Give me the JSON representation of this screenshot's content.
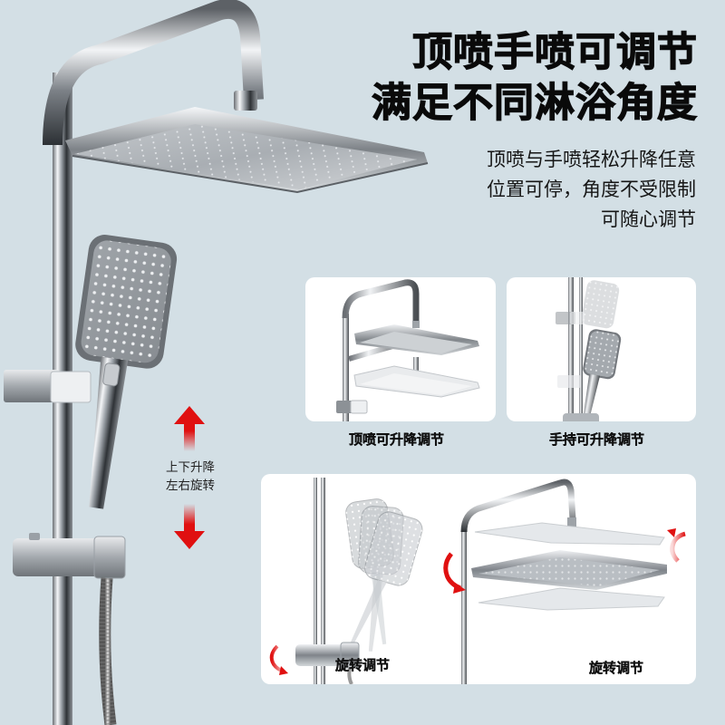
{
  "headline": {
    "line1": "顶喷手喷可调节",
    "line2": "满足不同淋浴角度"
  },
  "description": {
    "line1": "顶喷与手喷轻松升降任意",
    "line2": "位置可停，角度不受限制",
    "line3": "可随心调节"
  },
  "main_product": {
    "arrow_label_line1": "上下升降",
    "arrow_label_line2": "左右旋转",
    "icons": [
      "shower-system-image",
      "up-arrow-icon",
      "down-arrow-icon"
    ]
  },
  "feature_cards": [
    {
      "caption": "顶喷可升降调节",
      "image": "top-shower-height-image"
    },
    {
      "caption": "手持可升降调节",
      "image": "hand-shower-height-image"
    }
  ],
  "rotation_card": {
    "left_caption": "旋转调节",
    "right_caption": "旋转调节",
    "icons": [
      "rotate-arrow-icon"
    ]
  },
  "colors": {
    "background": "#d3dfe5",
    "card": "#ffffff",
    "accent_red": "#e01010",
    "text": "#0a0a0a"
  }
}
